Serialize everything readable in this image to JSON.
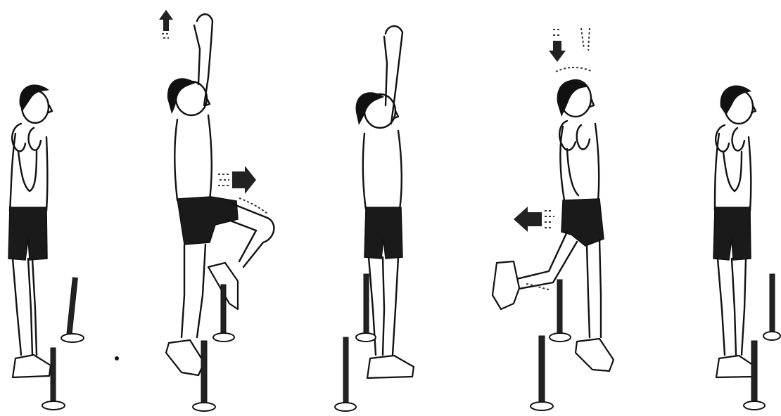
{
  "figures": [
    {
      "pose": "standing-hands-on-shoulders"
    },
    {
      "pose": "arm-up-knee-raised-forward",
      "arrows": [
        "up-arrow",
        "right-arrow"
      ]
    },
    {
      "pose": "standing-arm-up"
    },
    {
      "pose": "hands-on-shoulders-leg-back",
      "arrows": [
        "down-arrow",
        "left-arrow"
      ]
    },
    {
      "pose": "standing-hands-on-shoulders"
    }
  ],
  "colors": {
    "ink": "#111111",
    "background": "#ffffff"
  }
}
